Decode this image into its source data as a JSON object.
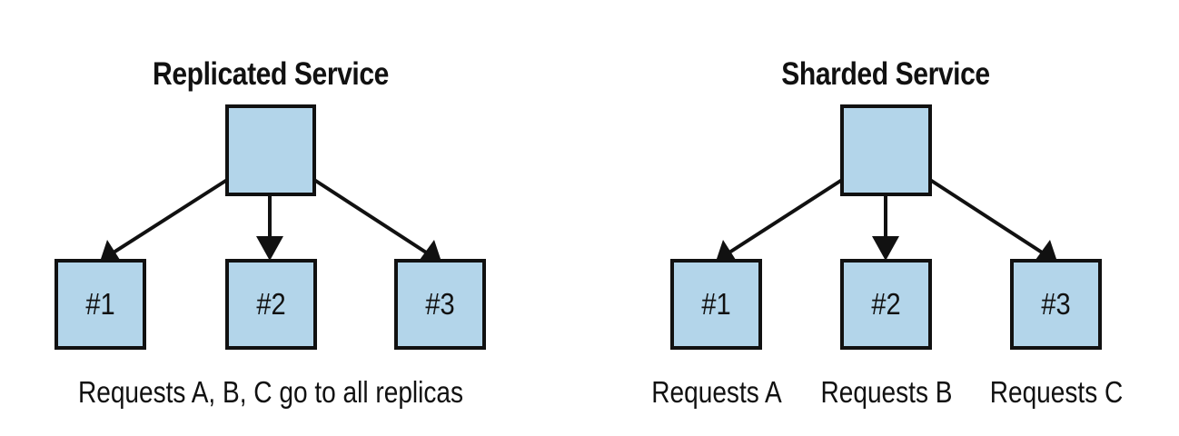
{
  "colors": {
    "box_fill": "#b3d5ea",
    "stroke": "#111111",
    "background": "#ffffff"
  },
  "replicated": {
    "title": "Replicated Service",
    "replicas": [
      "#1",
      "#2",
      "#3"
    ],
    "caption": "Requests A, B, C go to all replicas"
  },
  "sharded": {
    "title": "Sharded Service",
    "shards": [
      "#1",
      "#2",
      "#3"
    ],
    "captions": [
      "Requests A",
      "Requests B",
      "Requests C"
    ]
  }
}
